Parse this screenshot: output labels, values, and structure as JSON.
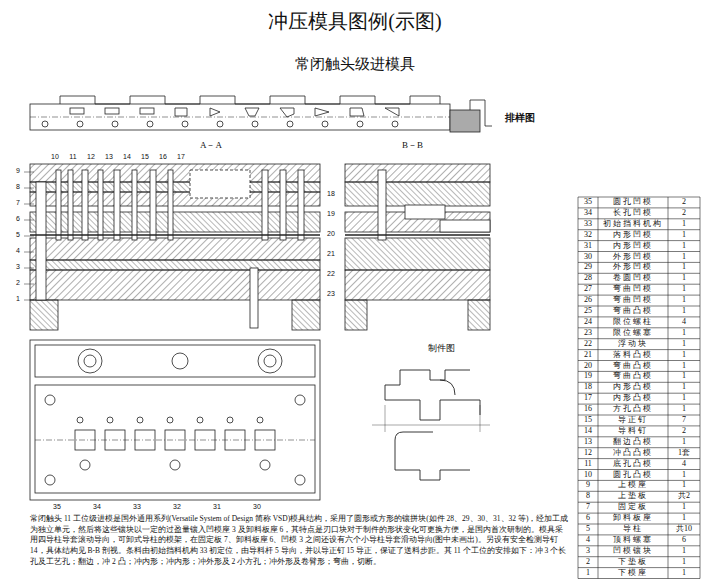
{
  "diagram": {
    "title": "冲压模具图例(示图)",
    "caption": "常闭触头 11 工位级进模是国外通用系列(Versatile System of Design 简称 VSD)模具结构，采用了圆形或方形的镶拼块(如件 28、29、30、31、32 等)，经加工成为独立单元，然后将这些镶块以一定的过盈量镶入凹模座 3 及卸料板座 6，其特点是刃口块对于制件的形状变化可更换方便，是国内首次研制的。模具采用四导柱导套滚动导向，可卸式导柱的模架，在固定板 7、卸料板座 6、凹模 3 之间还设有六个小导柱导套滑动导向(图中未画出)。另设有安全检测导钉 14，具体结构见 B-B 剖视。条料由初始挡料机构 33 初定位，由导料杆 5 导向，并以导正钉 15 导正，保证了送料步距。其 11 个工位的安排如下：冲 3 个长孔及工艺孔；翻边，冲 2 凸；冲内形；冲内形；冲外形及 2 小方孔；冲外形及卷臂形；弯曲，切断。",
    "labels": [
      "常闭触头级进模具",
      "排样图",
      "A－A",
      "B－B",
      "制件图",
      "9",
      "8",
      "7",
      "6",
      "5",
      "4",
      "3",
      "2",
      "1",
      "10",
      "11",
      "12",
      "13",
      "14",
      "15",
      "16",
      "17",
      "18",
      "19",
      "20",
      "21",
      "22",
      "23",
      "35",
      "34",
      "33",
      "32",
      "31",
      "30",
      "35",
      "圆孔凹模",
      "2",
      "34",
      "长孔凹模",
      "2",
      "33",
      "初始挡料机构",
      "1",
      "32",
      "内形凹模",
      "1",
      "31",
      "内形凹模",
      "1",
      "30",
      "外形凹模",
      "1",
      "29",
      "外形凹模",
      "1",
      "28",
      "卷圆凹模",
      "1",
      "27",
      "弯曲凹模",
      "1",
      "26",
      "弯曲凹模",
      "1",
      "25",
      "弯曲凸模",
      "1",
      "24",
      "限位螺柱",
      "4",
      "23",
      "限位螺塞",
      "1",
      "22",
      "浮动块",
      "1",
      "21",
      "落料凸模",
      "1",
      "20",
      "弯曲凸模",
      "1",
      "19",
      "弯曲凸模",
      "1",
      "18",
      "内形凸模",
      "1",
      "17",
      "内形凸模",
      "1",
      "16",
      "方孔凸模",
      "1",
      "15",
      "导正钉",
      "7",
      "14",
      "导料钉",
      "2",
      "13",
      "翻边凸模",
      "1",
      "12",
      "冲凸凸模",
      "1套",
      "11",
      "底孔凸模",
      "4",
      "10",
      "圆孔凸模",
      "1",
      "9",
      "上模座",
      "1",
      "8",
      "上垫板",
      "共2",
      "7",
      "固定板",
      "1",
      "6",
      "卸料板座",
      "1",
      "5",
      "导柱",
      "共10",
      "4",
      "顶料螺塞",
      "6",
      "3",
      "凹模镶块",
      "1",
      "2",
      "下垫板",
      "1",
      "1",
      "下模座",
      "1"
    ]
  }
}
